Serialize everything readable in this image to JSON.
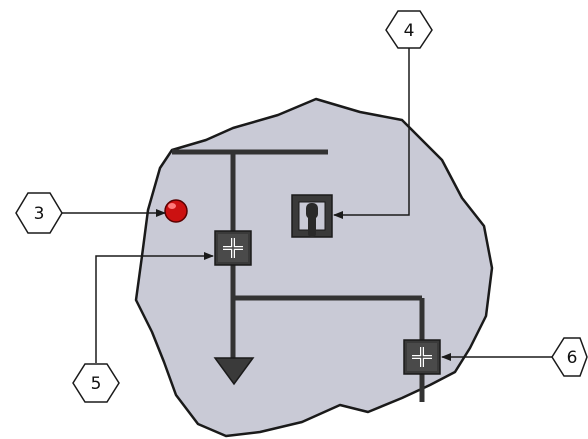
{
  "callouts": [
    {
      "id": "3",
      "label": "3",
      "target": "red-indicator-light"
    },
    {
      "id": "4",
      "label": "4",
      "target": "toggle-switch"
    },
    {
      "id": "5",
      "label": "5",
      "target": "fitting-upper"
    },
    {
      "id": "6",
      "label": "6",
      "target": "fitting-lower-right"
    }
  ],
  "colors": {
    "panel_fill": "#c9cad6",
    "outline": "#1a1a1a",
    "line": "#333333",
    "component_fill": "#3a3a3a",
    "indicator_red": "#cc1111",
    "callout_fill": "#ffffff",
    "callout_stroke": "#1a1a1a"
  },
  "icons": {
    "indicator": "red-indicator-light-icon",
    "switch": "toggle-switch-icon",
    "fitting": "cross-fitting-icon",
    "arrow": "down-arrow-icon"
  }
}
